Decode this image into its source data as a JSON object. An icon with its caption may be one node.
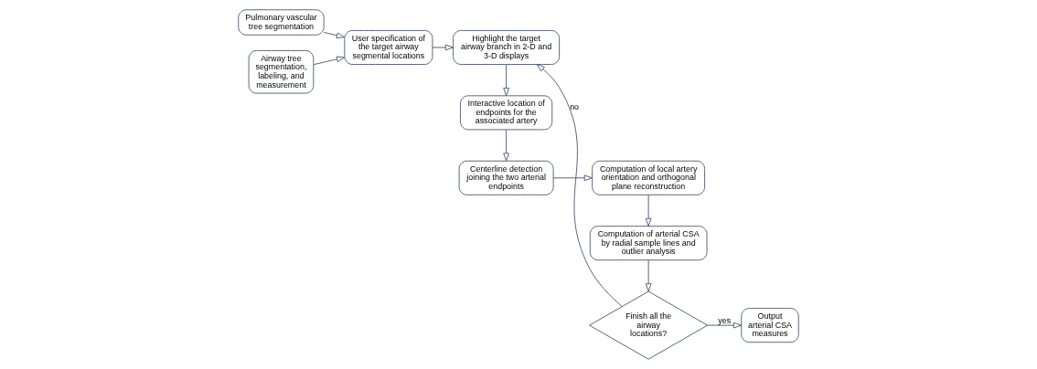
{
  "diagram": {
    "nodes": [
      {
        "text": [
          "Pulmonary vascular tree segmentation"
        ]
      },
      {
        "text": [
          "Airway tree segmentation, labeling, and measurement"
        ]
      },
      {
        "text": [
          "User specification of the target airway segmental locations"
        ]
      },
      {
        "text": [
          "Highlight the target airway branch in 2-D and 3-D displays"
        ]
      },
      {
        "text": [
          "Finish all the airway locations?"
        ]
      },
      {
        "text": [
          "Output arterial CSA measures"
        ]
      },
      {
        "text": [
          "Interactive location of endpoints for the associated artery"
        ]
      },
      {
        "text": [
          "Computation of arterial CSA by radial sample lines and outlier analysis"
        ]
      },
      {
        "text": [
          "Centerline detection joining the two arterial endpoints"
        ]
      },
      {
        "text": [
          "Computation of local artery orientation and orthogonal plane reconstruction"
        ]
      }
    ],
    "edges": [
      {
        "from": 0,
        "to": 2,
        "arrow": "to"
      },
      {
        "from": 1,
        "to": 2,
        "arrow": "to"
      },
      {
        "from": 2,
        "to": 3,
        "arrow": "to"
      },
      {
        "from": 3,
        "to": 6,
        "arrow": "to"
      },
      {
        "from": 6,
        "to": 8,
        "arrow": "to"
      },
      {
        "from": 8,
        "to": 9,
        "arrow": "to"
      },
      {
        "from": 9,
        "to": 7,
        "arrow": "to"
      },
      {
        "from": 7,
        "to": 4,
        "arrow": "to"
      },
      {
        "from": 4,
        "to": 3,
        "arrow": "to",
        "label": "no"
      },
      {
        "from": 4,
        "to": 5,
        "arrow": "to",
        "label": "yes"
      }
    ]
  }
}
